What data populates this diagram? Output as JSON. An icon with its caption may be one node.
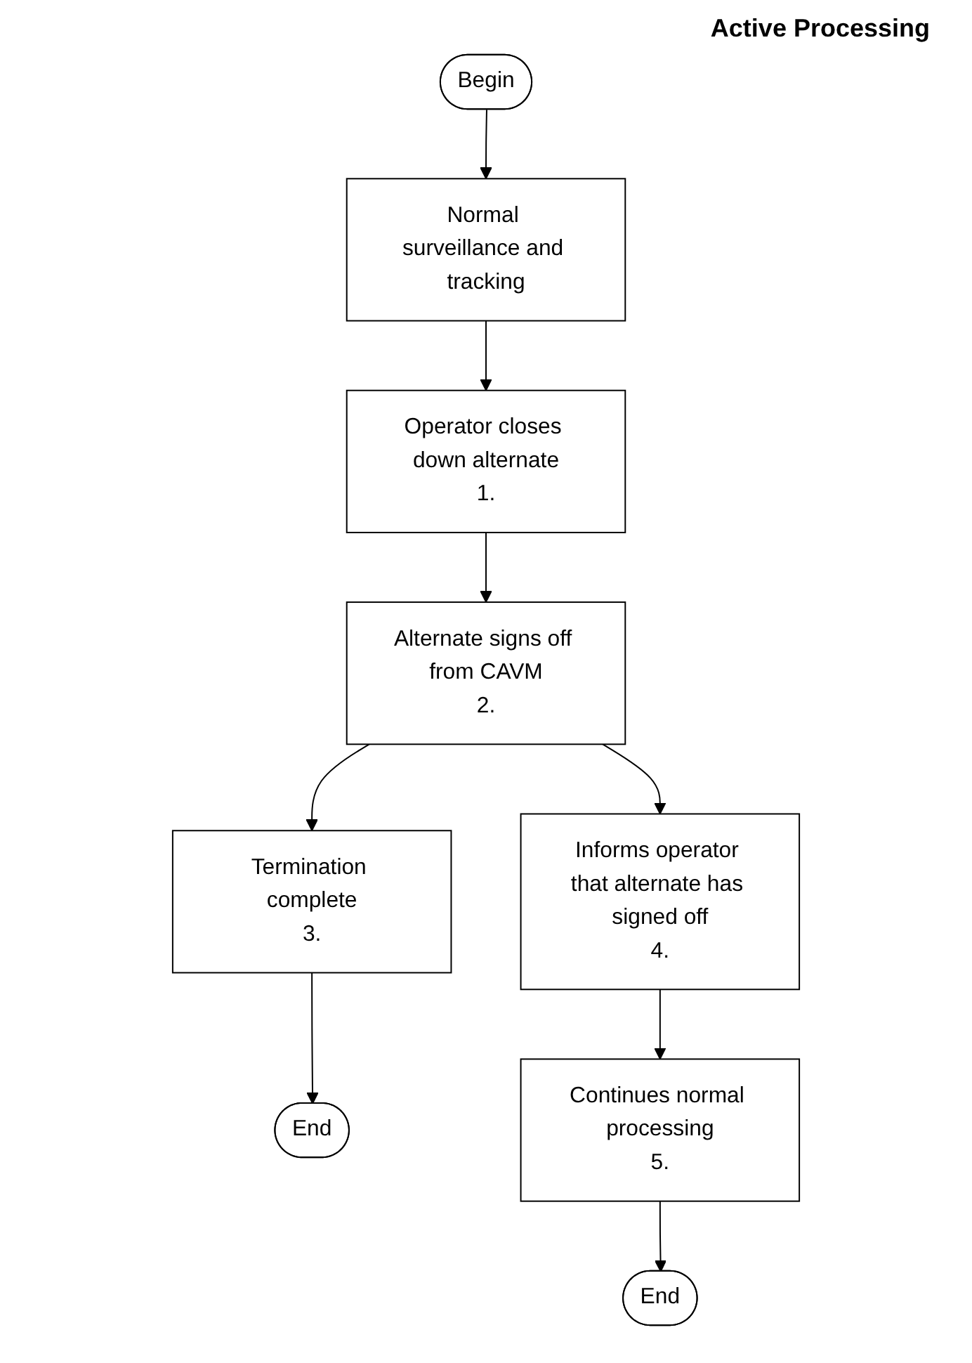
{
  "diagram": {
    "nodes": [
      {
        "text": [
          "Begin"
        ]
      },
      {
        "text": [
          "Normal surveillance and tracking"
        ]
      },
      {
        "text": [
          "Operator closes down alternate",
          "1."
        ]
      },
      {
        "text": [
          "Alternate signs off from CAVM",
          "2."
        ]
      },
      {
        "text": [
          "Termination complete",
          "3."
        ]
      },
      {
        "text": [
          "End"
        ]
      },
      {
        "text": [
          "Informs operator that alternate has signed off",
          "4."
        ]
      },
      {
        "text": [
          "Continues normal processing",
          "5."
        ]
      },
      {
        "text": [
          "End"
        ]
      }
    ],
    "edges": [
      {
        "from": 0,
        "to": 1,
        "arrow": "to"
      },
      {
        "from": 1,
        "to": 2,
        "arrow": "to"
      },
      {
        "from": 2,
        "to": 3,
        "arrow": "to"
      },
      {
        "from": 3,
        "to": 4,
        "arrow": "to"
      },
      {
        "from": 4,
        "to": 5,
        "arrow": "to"
      },
      {
        "from": 3,
        "to": 6,
        "arrow": "to"
      },
      {
        "from": 6,
        "to": 7,
        "arrow": "to"
      },
      {
        "from": 7,
        "to": 8,
        "arrow": "to"
      }
    ],
    "labels": [
      "Active Processing"
    ]
  }
}
